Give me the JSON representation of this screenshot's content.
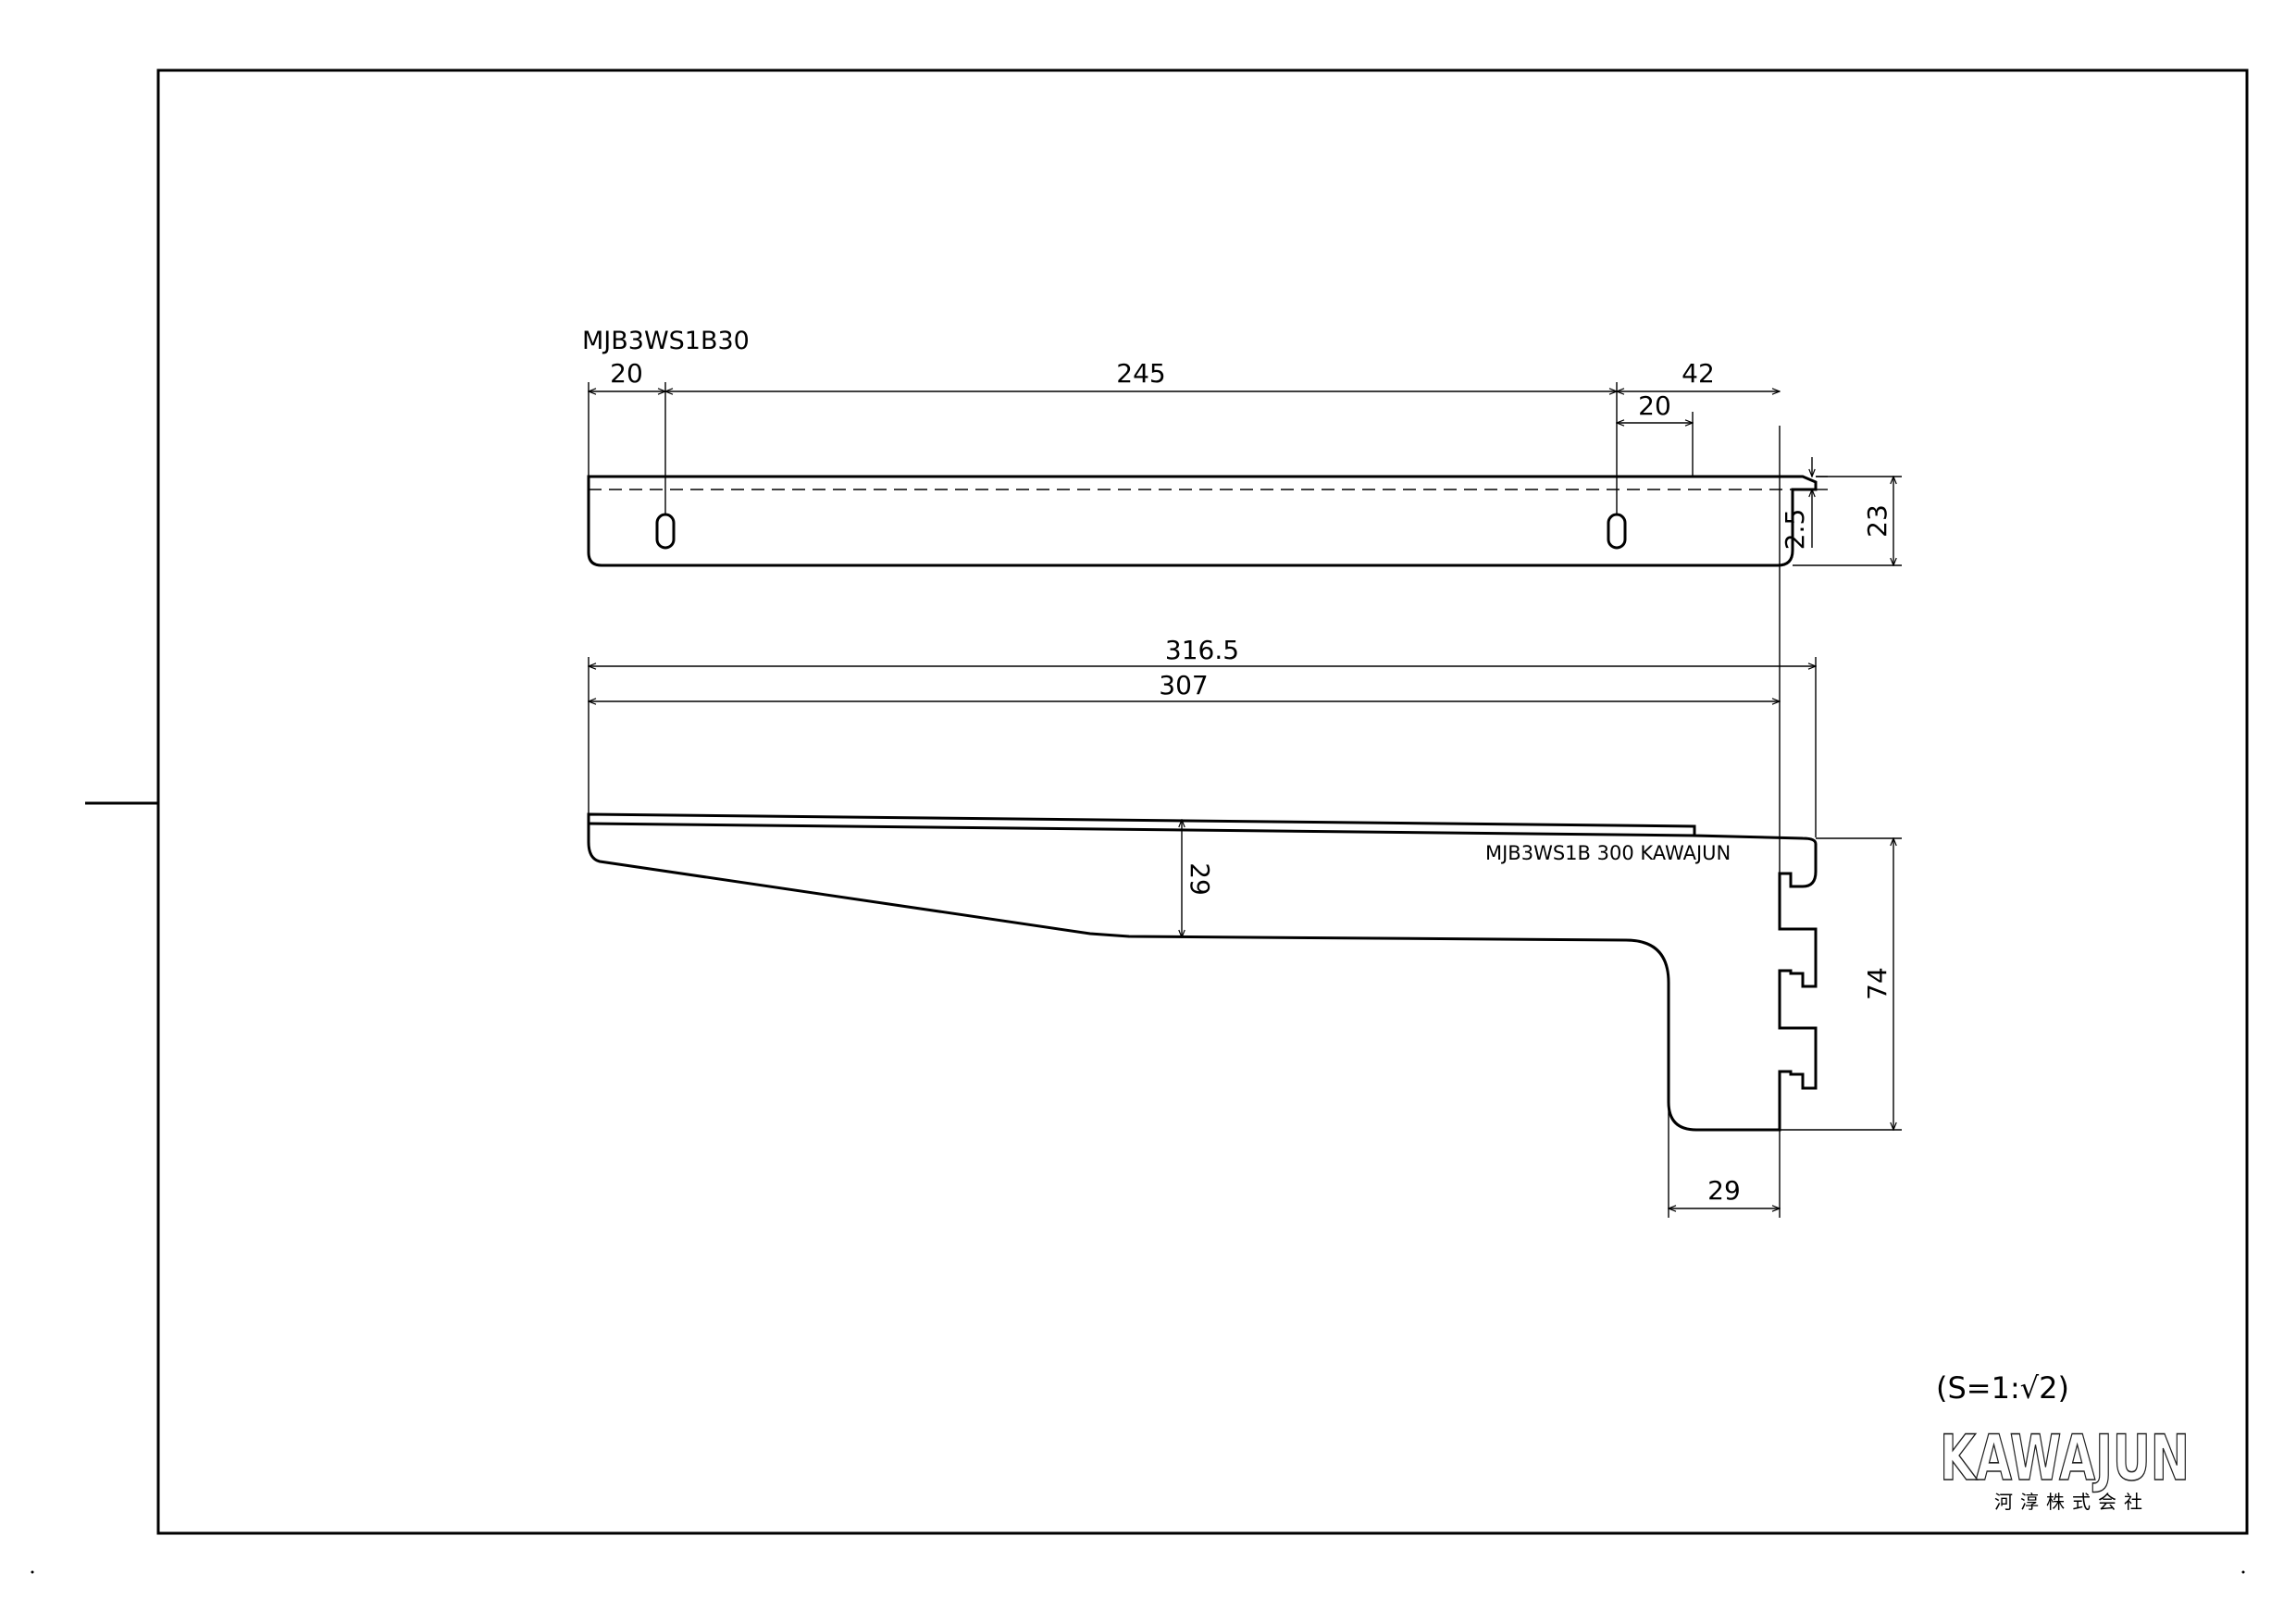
{
  "drawing": {
    "part_number": "MJB3WS1B30",
    "engraving": "MJB3WS1B  300  KAWAJUN",
    "scale": "(S=1:√2)",
    "brand": "KAWAJUN",
    "brand_sub": "河淳株式会社"
  },
  "dimensions": {
    "top_view": {
      "left_offset": "20",
      "hole_pitch": "245",
      "right_overall": "42",
      "right_offset": "20",
      "thickness": "2.5",
      "height": "23"
    },
    "side_view": {
      "overall_length": "316.5",
      "arm_length": "307",
      "arm_depth": "29",
      "hook_height": "74",
      "hook_width": "29"
    }
  }
}
